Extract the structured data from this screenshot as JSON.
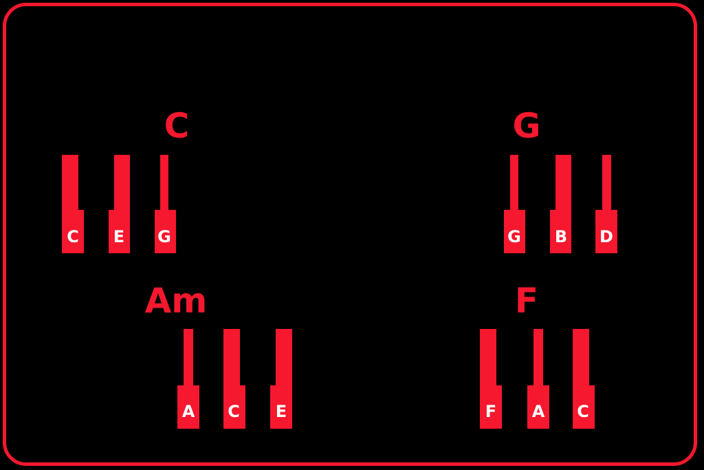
{
  "colors": {
    "accent": "#f5182e",
    "background": "#000000",
    "label": "#ffffff"
  },
  "chords": [
    {
      "name": "C",
      "notes": [
        "C",
        "E",
        "G"
      ]
    },
    {
      "name": "G",
      "notes": [
        "G",
        "B",
        "D"
      ]
    },
    {
      "name": "Am",
      "notes": [
        "A",
        "C",
        "E"
      ]
    },
    {
      "name": "F",
      "notes": [
        "F",
        "A",
        "C"
      ]
    }
  ]
}
